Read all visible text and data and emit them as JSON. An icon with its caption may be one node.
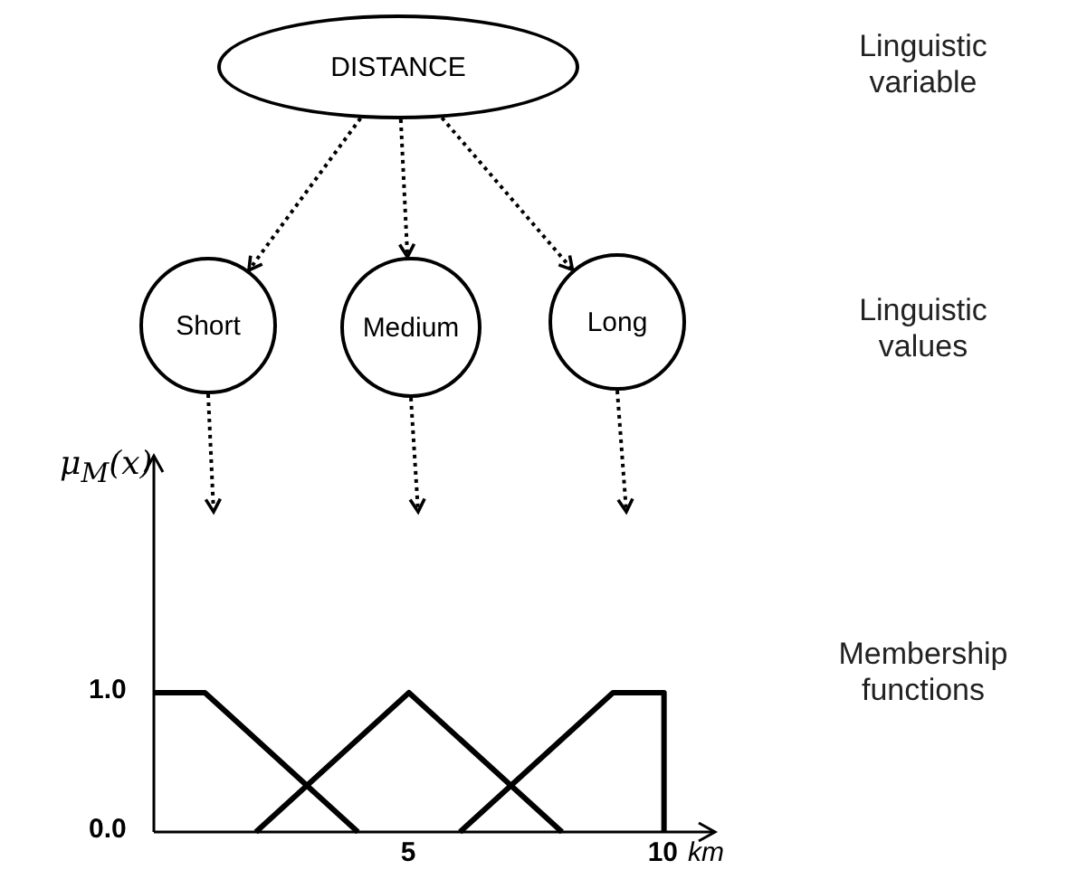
{
  "diagram": {
    "nodes": [
      {
        "text": [
          "DISTANCE"
        ]
      },
      {
        "text": [
          "Short"
        ]
      },
      {
        "text": [
          "Medium"
        ]
      },
      {
        "text": [
          "Long"
        ]
      }
    ],
    "edges": [
      {
        "from": 0,
        "to": 1,
        "arrow": "to",
        "style": "dashed"
      },
      {
        "from": 0,
        "to": 2,
        "arrow": "to",
        "style": "dashed"
      },
      {
        "from": 0,
        "to": 3,
        "arrow": "to",
        "style": "dashed"
      },
      {
        "from": 1,
        "to": null,
        "arrow": "to",
        "style": "dashed"
      },
      {
        "from": 2,
        "to": null,
        "arrow": "to",
        "style": "dashed"
      },
      {
        "from": 3,
        "to": null,
        "arrow": "to",
        "style": "dashed"
      }
    ],
    "labels": [
      "Linguistic variable",
      "Linguistic values",
      "Membership functions"
    ],
    "chart_data": {
      "type": "line",
      "xlabel": "km",
      "annotations": [
        "μ$_{M}$(x)"
      ],
      "x": [
        0,
        1,
        2,
        4,
        5,
        6,
        8,
        9,
        10,
        10
      ],
      "series": [
        {
          "values": [
            1,
            1,
            null,
            0,
            null,
            null,
            null,
            null,
            null,
            null
          ]
        },
        {
          "values": [
            null,
            null,
            0,
            null,
            1,
            null,
            0,
            null,
            null,
            null
          ]
        },
        {
          "values": [
            null,
            null,
            null,
            null,
            null,
            0,
            null,
            1,
            1,
            0
          ]
        }
      ],
      "xlim": [
        0,
        11
      ],
      "ylim": [
        0,
        2.7
      ],
      "xticks": [
        {
          "value": 5,
          "label": "5"
        },
        {
          "value": 10,
          "label": "10"
        }
      ],
      "yticks": [
        {
          "value": 0,
          "label": "0.0"
        },
        {
          "value": 1,
          "label": "1.0"
        }
      ]
    }
  }
}
